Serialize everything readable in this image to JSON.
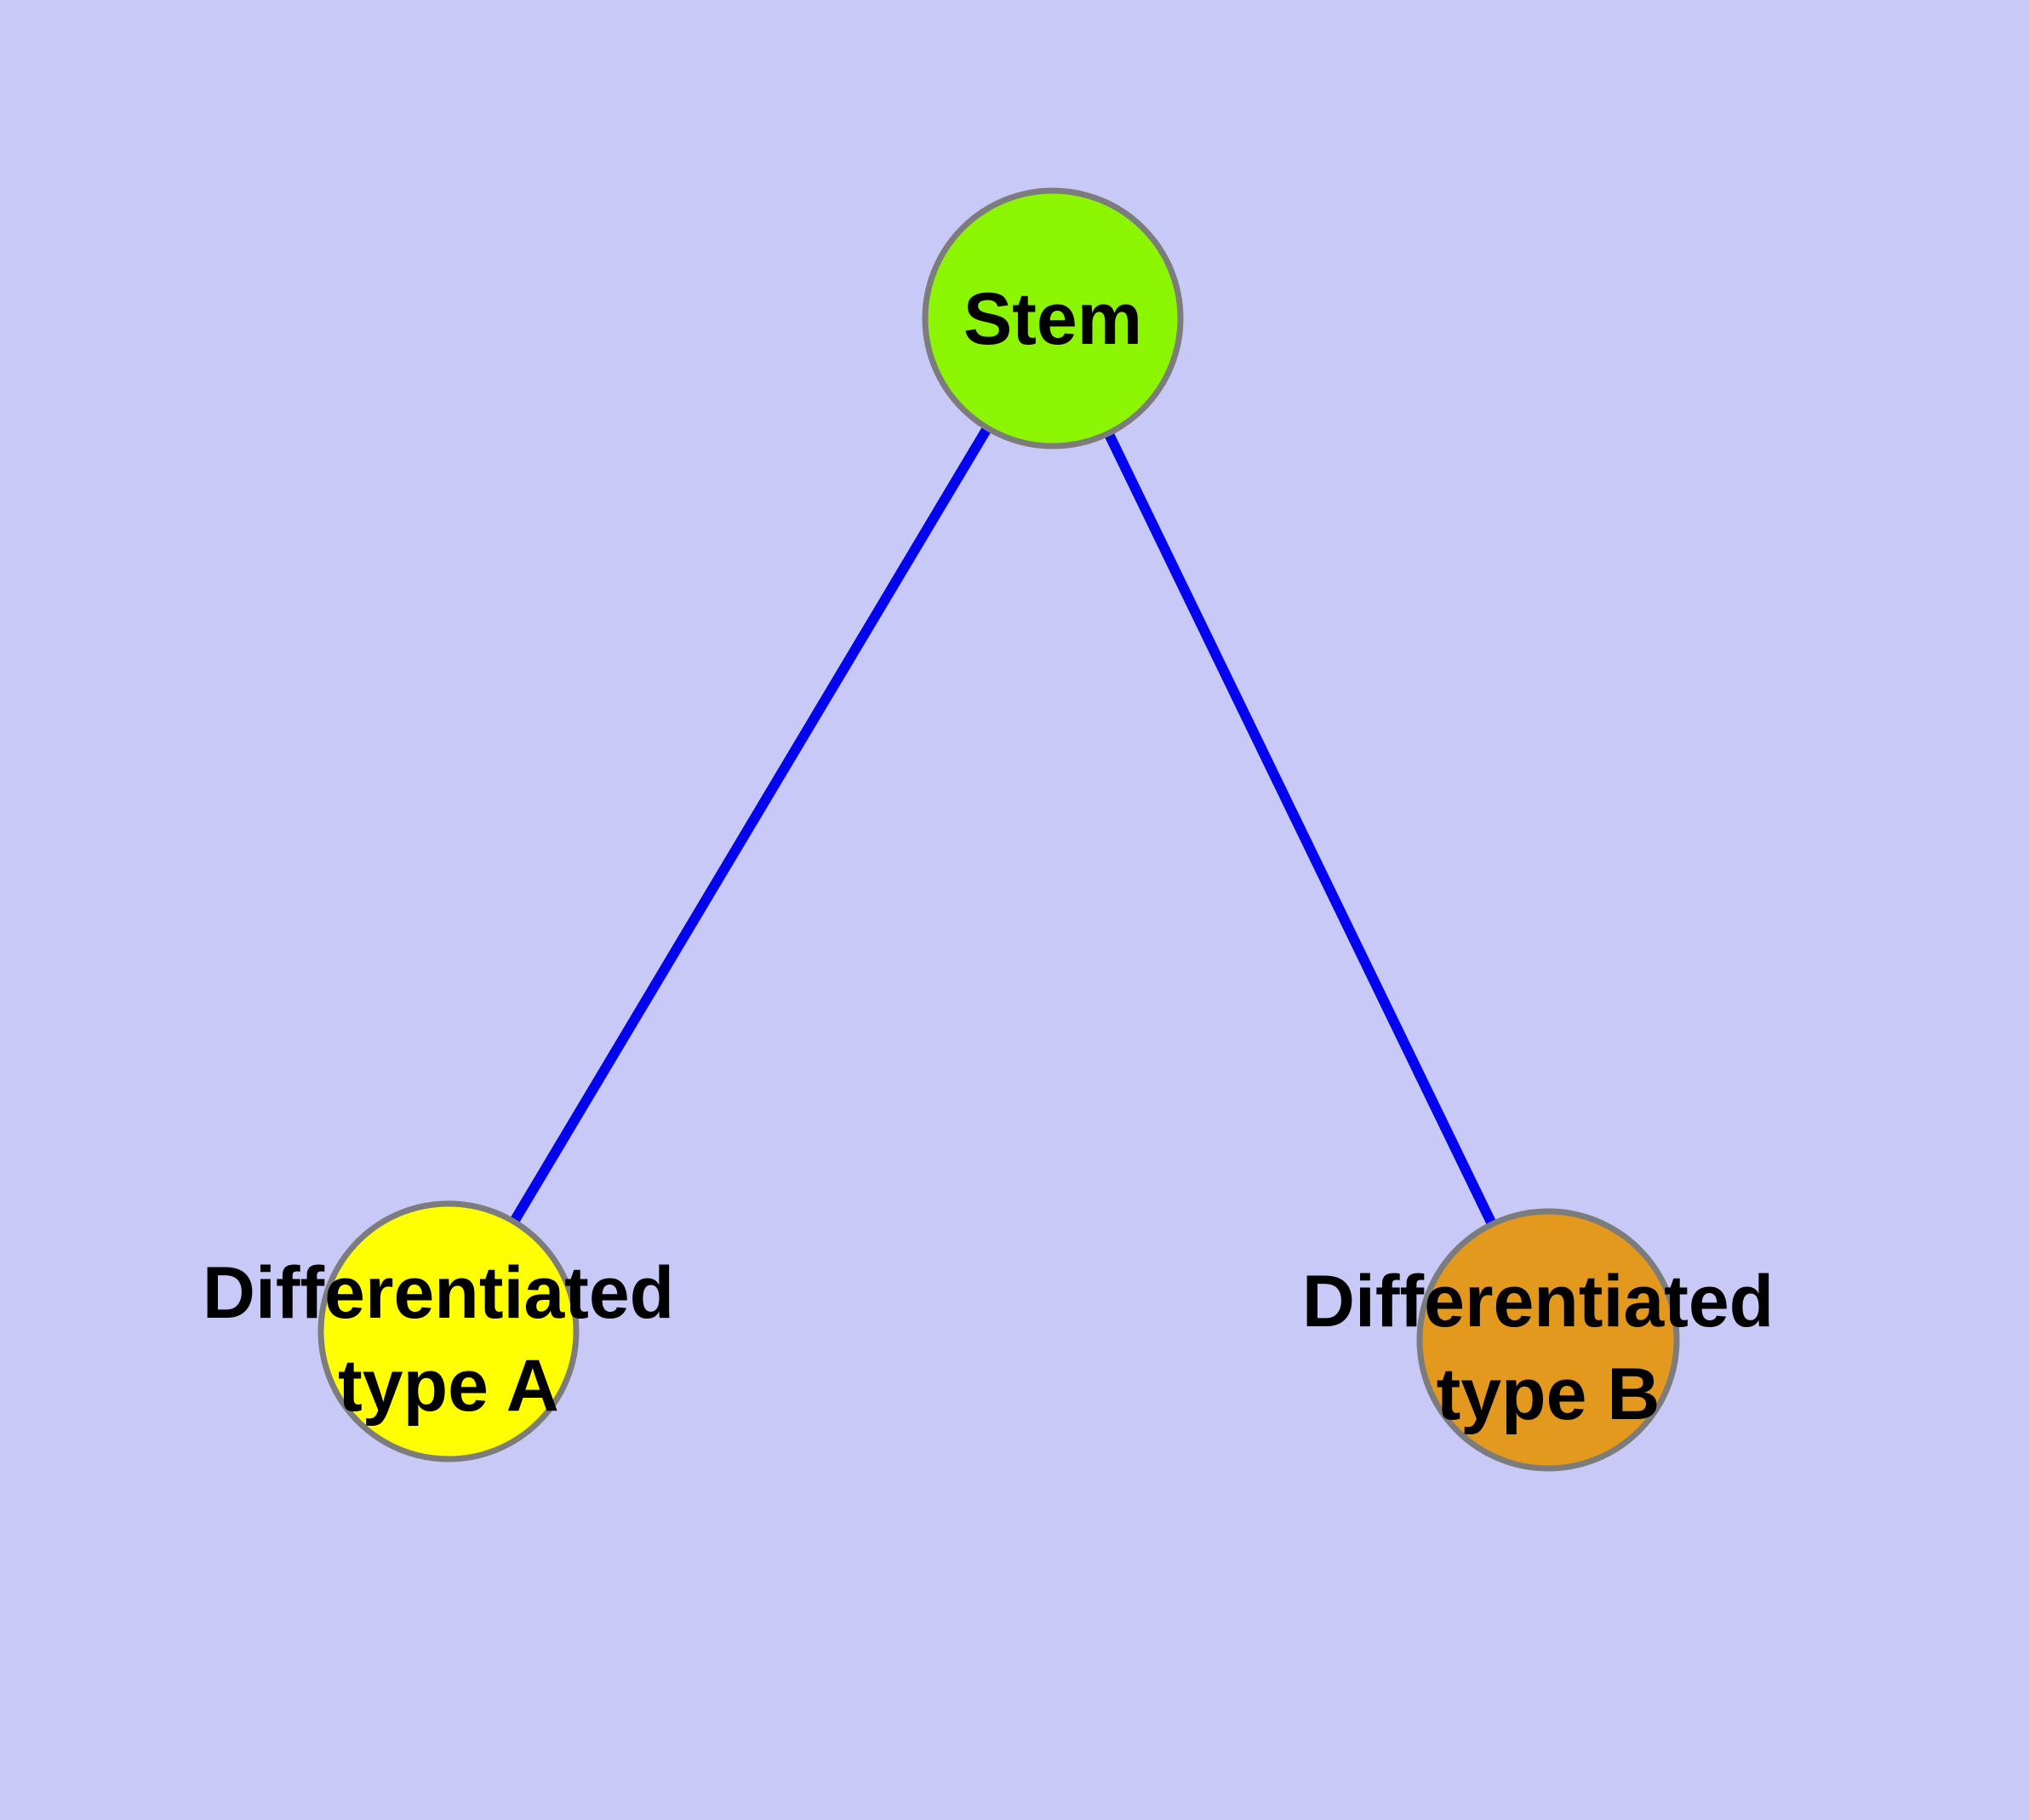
{
  "canvas": {
    "background_color": "#C9C9F8",
    "node_border_color": "#7C7C7C",
    "label_color": "#000000"
  },
  "nodes": {
    "stem": {
      "label": "Stem",
      "color": "#8CF502"
    },
    "type_a": {
      "label": "Differentiated type A",
      "lines": [
        "Differentiated",
        "type A"
      ],
      "color": "#FFFF00"
    },
    "type_b": {
      "label": "Differentiated type B",
      "lines": [
        "Differentiated",
        "type B"
      ],
      "color": "#E2991E"
    }
  },
  "edges": {
    "color": "#0303EF",
    "items": [
      {
        "from": "Stem",
        "to": "Differentiated type A"
      },
      {
        "from": "Stem",
        "to": "Differentiated type B"
      }
    ]
  }
}
